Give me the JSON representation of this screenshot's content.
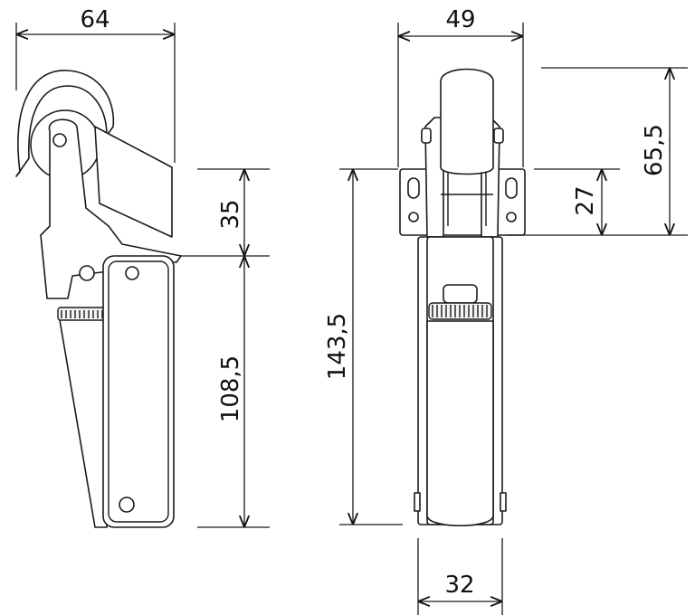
{
  "title": "Door holder technical drawing",
  "dimensions": {
    "side_width": "64",
    "front_width": "49",
    "upper_height": "65,5",
    "plate_height": "27",
    "arm_height": "35",
    "body_height": "108,5",
    "total_height": "143,5",
    "base_width": "32"
  }
}
